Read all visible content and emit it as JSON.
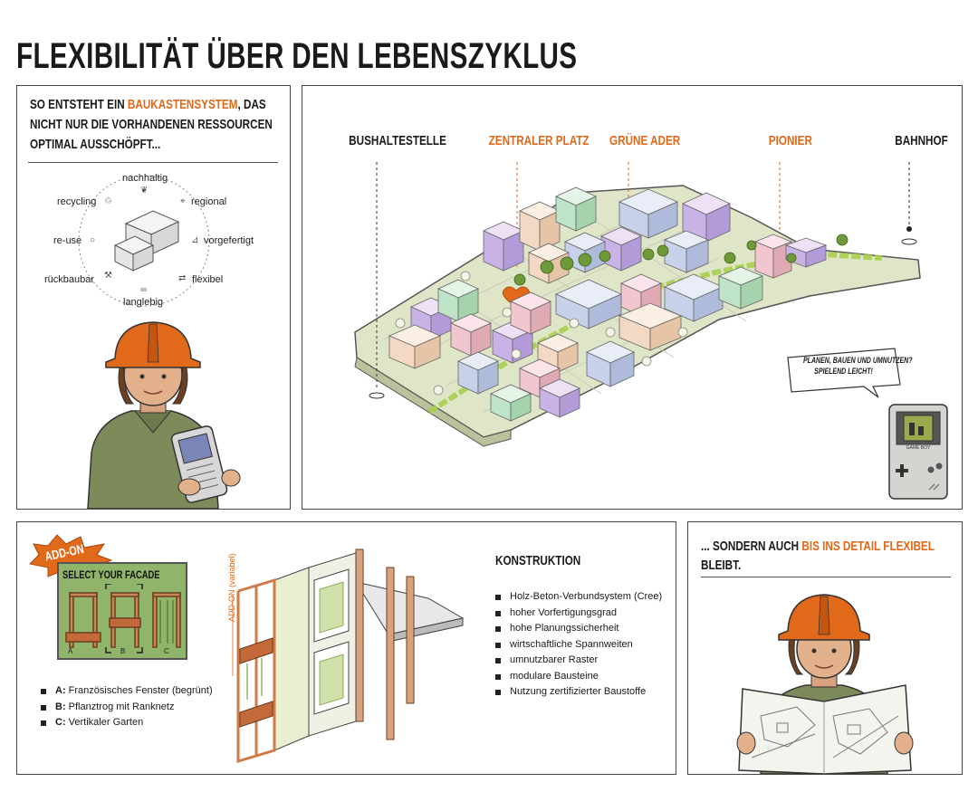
{
  "title": "FLEXIBILITÄT ÜBER DEN LEBENSZYKLUS",
  "intro": {
    "line1_pre": "SO ENTSTEHT EIN ",
    "line1_highlight": "BAUKASTENSYSTEM",
    "line1_post": ", DAS",
    "line2": "NICHT NUR DIE VORHANDENEN RESSOURCEN",
    "line3": "OPTIMAL AUSSCHÖPFT..."
  },
  "wheel": {
    "top": "nachhaltig",
    "top_right": "regional",
    "right": "vorgefertigt",
    "bottom_right": "flexibel",
    "bottom": "langlebig",
    "bottom_left": "rückbaubar",
    "left": "re-use",
    "top_left": "recycling"
  },
  "map": {
    "labels": {
      "bushaltestelle": "BUSHALTESTELLE",
      "zentraler_platz": "ZENTRALER PLATZ",
      "gruene_ader": "GRÜNE ADER",
      "pionier": "PIONIER",
      "bahnhof": "BAHNHOF"
    },
    "speech_line1": "PLANEN, BAUEN UND UMNUTZEN?",
    "speech_line2": "SPIELEND LEICHT!",
    "gameboy_label": "GAME BOY"
  },
  "facade": {
    "badge": "ADD-ON",
    "select_title": "SELECT YOUR FACADE",
    "option_tags": [
      "A",
      "B",
      "C"
    ],
    "vertical_label": "ADD-ON (variabel)",
    "options": [
      {
        "key": "A:",
        "text": " Französisches Fenster (begrünt)"
      },
      {
        "key": "B:",
        "text": " Pflanztrog mit Ranknetz"
      },
      {
        "key": "C:",
        "text": " Vertikaler Garten"
      }
    ]
  },
  "konstruktion": {
    "title": "KONSTRUKTION",
    "items": [
      "Holz-Beton-Verbundsystem (Cree)",
      "hoher Vorfertigungsgrad",
      "hohe Planungssicherheit",
      "wirtschaftliche Spannweiten",
      "umnutzbarer Raster",
      "modulare Bausteine",
      "Nutzung zertifizierter Baustoffe"
    ]
  },
  "outro": {
    "line1_pre": "... SONDERN AUCH ",
    "line1_highlight": "BIS INS DETAIL FLEXIBEL",
    "line2": "BLEIBT."
  },
  "colors": {
    "accent": "#e0691a",
    "green_ground": "#dfe6c8",
    "pastel_purple": "#c9b3e6",
    "pastel_green": "#bfe3c6",
    "pastel_peach": "#f3d9c3",
    "pastel_blue": "#c7d2ea",
    "pastel_pink": "#f2c6cf"
  }
}
